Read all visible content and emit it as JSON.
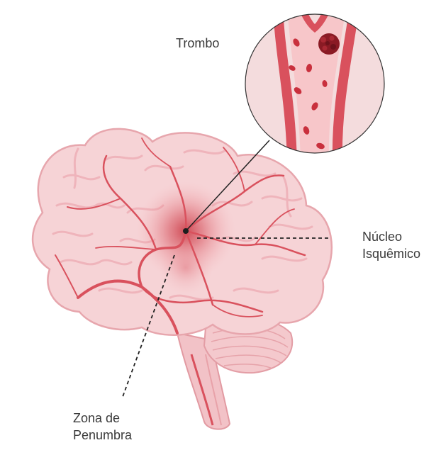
{
  "labels": {
    "trombo": "Trombo",
    "nucleo_line1": "Núcleo",
    "nucleo_line2": "Isquêmico",
    "zona_line1": "Zona de",
    "zona_line2": "Penumbra"
  },
  "colors": {
    "brain_fill": "#f6d3d6",
    "brain_outline": "#e7a6ad",
    "sulci": "#f0b9bf",
    "artery": "#d9515d",
    "vessel_wall": "#d9515d",
    "vessel_lumen": "#f7c6c9",
    "lumen_background": "#f4dcdd",
    "blood_cell": "#c9303d",
    "thrombus": "#8a1a24",
    "ischemia_core": "#d2454f",
    "pointer_line": "#222222"
  },
  "icons": [
    "brain-illustration",
    "magnified-vessel-icon",
    "thrombus-icon",
    "ischemic-core-marker"
  ]
}
